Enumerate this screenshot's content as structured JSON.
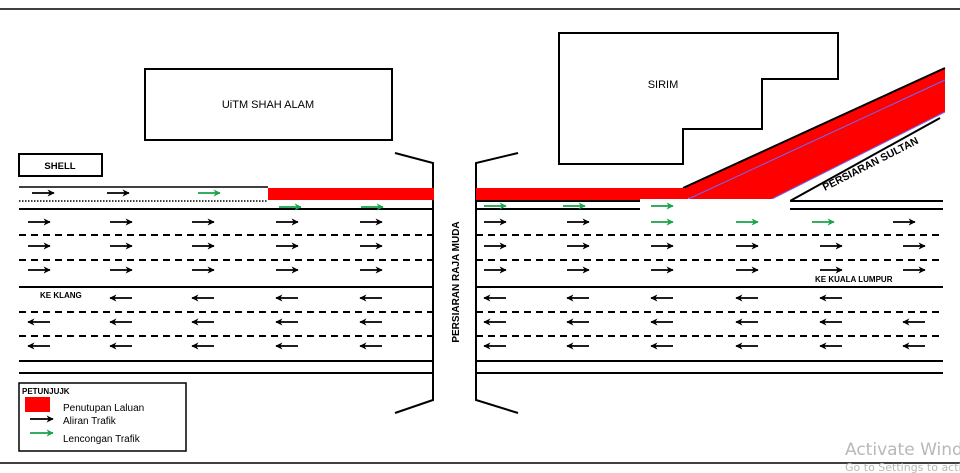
{
  "labels": {
    "uitm": "UiTM SHAH ALAM",
    "sirim": "SIRIM",
    "shell": "SHELL",
    "raja_muda": "PERSIARAN RAJA MUDA",
    "sultan": "PERSIARAN SULTAN",
    "ke_klang": "KE KLANG",
    "ke_kl": "KE KUALA LUMPUR"
  },
  "legend": {
    "title": "PETUNJUJK",
    "closure": "Penutupan Laluan",
    "flow": "Aliran Trafik",
    "diversion": "Lencongan Trafik"
  },
  "colors": {
    "closure": "#ff0000",
    "flow": "#000000",
    "diversion": "#1aa34a"
  },
  "watermark": {
    "line1": "Activate Windows",
    "line2": "Go to Settings to activate Windows."
  }
}
